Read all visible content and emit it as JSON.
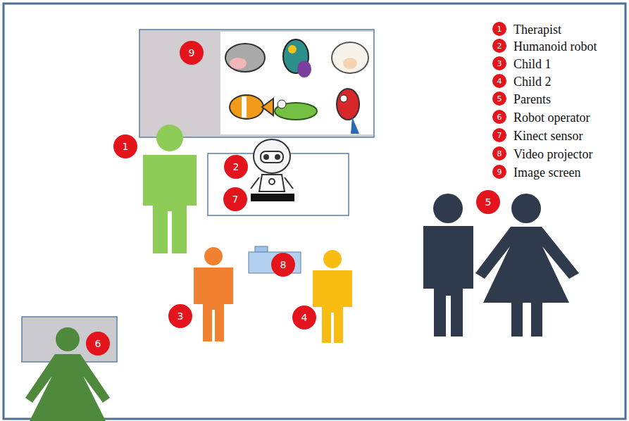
{
  "diagram": {
    "labels": [
      "9",
      "1",
      "2",
      "7",
      "5",
      "8",
      "3",
      "4",
      "6",
      "1",
      "2",
      "3",
      "4",
      "5",
      "6",
      "7",
      "8",
      "9"
    ],
    "legend": [
      {
        "text": "Therapist",
        "color": "#e3141b"
      },
      {
        "text": "Humanoid robot",
        "color": "#e3141b"
      },
      {
        "text": "Child 1",
        "color": "#e3141b"
      },
      {
        "text": "Child 2",
        "color": "#e3141b"
      },
      {
        "text": "Parents",
        "color": "#e3141b"
      },
      {
        "text": "Robot operator",
        "color": "#e3141b"
      },
      {
        "text": "Kinect sensor",
        "color": "#e3141b"
      },
      {
        "text": "Video projector",
        "color": "#e3141b"
      },
      {
        "text": "Image screen",
        "color": "#e3141b"
      }
    ]
  }
}
